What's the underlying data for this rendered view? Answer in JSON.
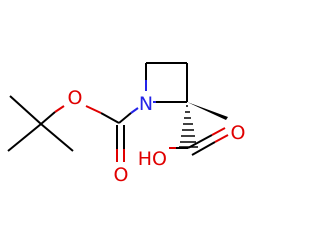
{
  "molecule": {
    "atoms": {
      "nitrogen": {
        "symbol": "N",
        "color": "#2424e8"
      },
      "ester_oxygen": {
        "symbol": "O",
        "color": "#e00000"
      },
      "carbamate_carbonyl_oxygen": {
        "symbol": "O",
        "color": "#e00000"
      },
      "acid_carbonyl_oxygen": {
        "symbol": "O",
        "color": "#e00000"
      },
      "acid_hydroxyl": {
        "symbol": "HO",
        "color": "#e00000"
      }
    },
    "colors": {
      "bond": "#000000",
      "nitrogen": "#2424e8",
      "oxygen": "#e00000",
      "background": "#ffffff"
    }
  }
}
